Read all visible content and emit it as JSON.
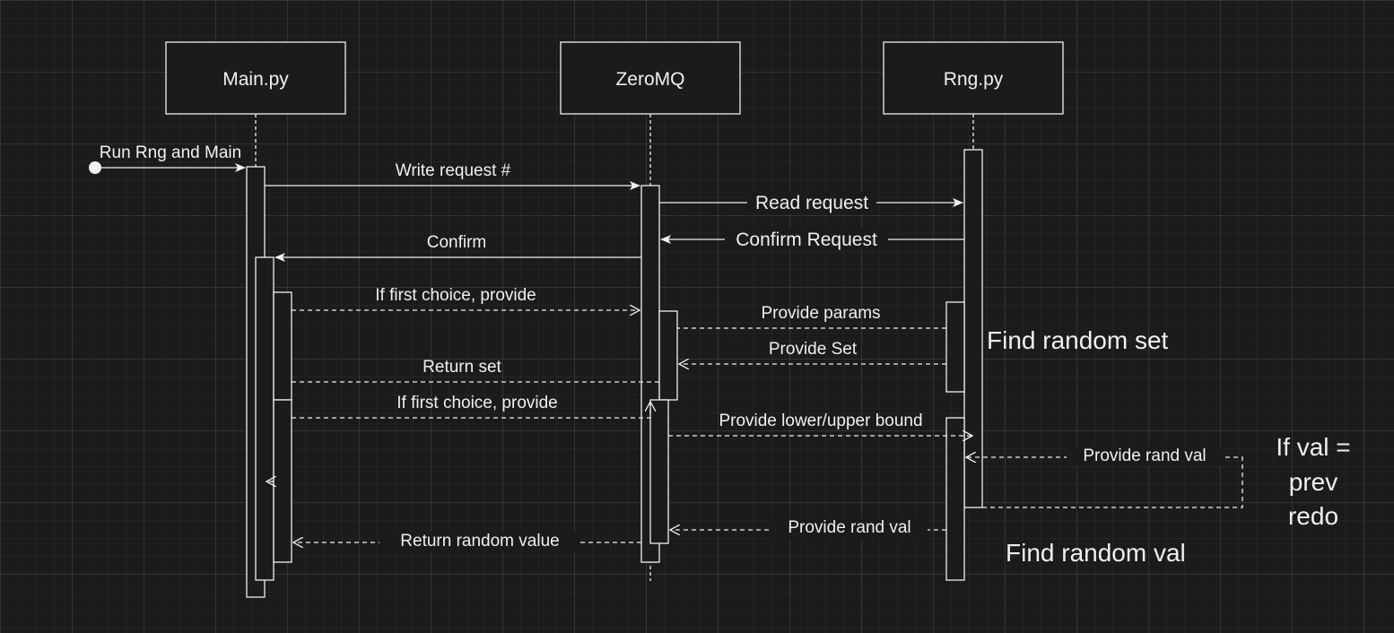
{
  "participants": {
    "main": "Main.py",
    "zeromq": "ZeroMQ",
    "rng": "Rng.py"
  },
  "messages": {
    "start": "Run Rng and Main",
    "write_request": "Write request #",
    "read_request": "Read request",
    "confirm_request": "Confirm Request",
    "confirm": "Confirm",
    "first_choice_1": "If first choice, provide",
    "provide_params": "Provide params",
    "provide_set": "Provide Set",
    "return_set": "Return set",
    "first_choice_2": "If first choice, provide",
    "provide_bounds": "Provide lower/upper bound",
    "provide_rand_val_self": "Provide rand val",
    "provide_rand_val": "Provide rand val",
    "return_random_value": "Return random value"
  },
  "notes": {
    "find_random_set": "Find random set",
    "find_random_val": "Find random val",
    "redo_line1": "If val =",
    "redo_line2": "prev",
    "redo_line3": "redo"
  },
  "colors": {
    "background": "#1b1b1b",
    "stroke": "#f0f0f0",
    "text": "#f0f0f0"
  }
}
